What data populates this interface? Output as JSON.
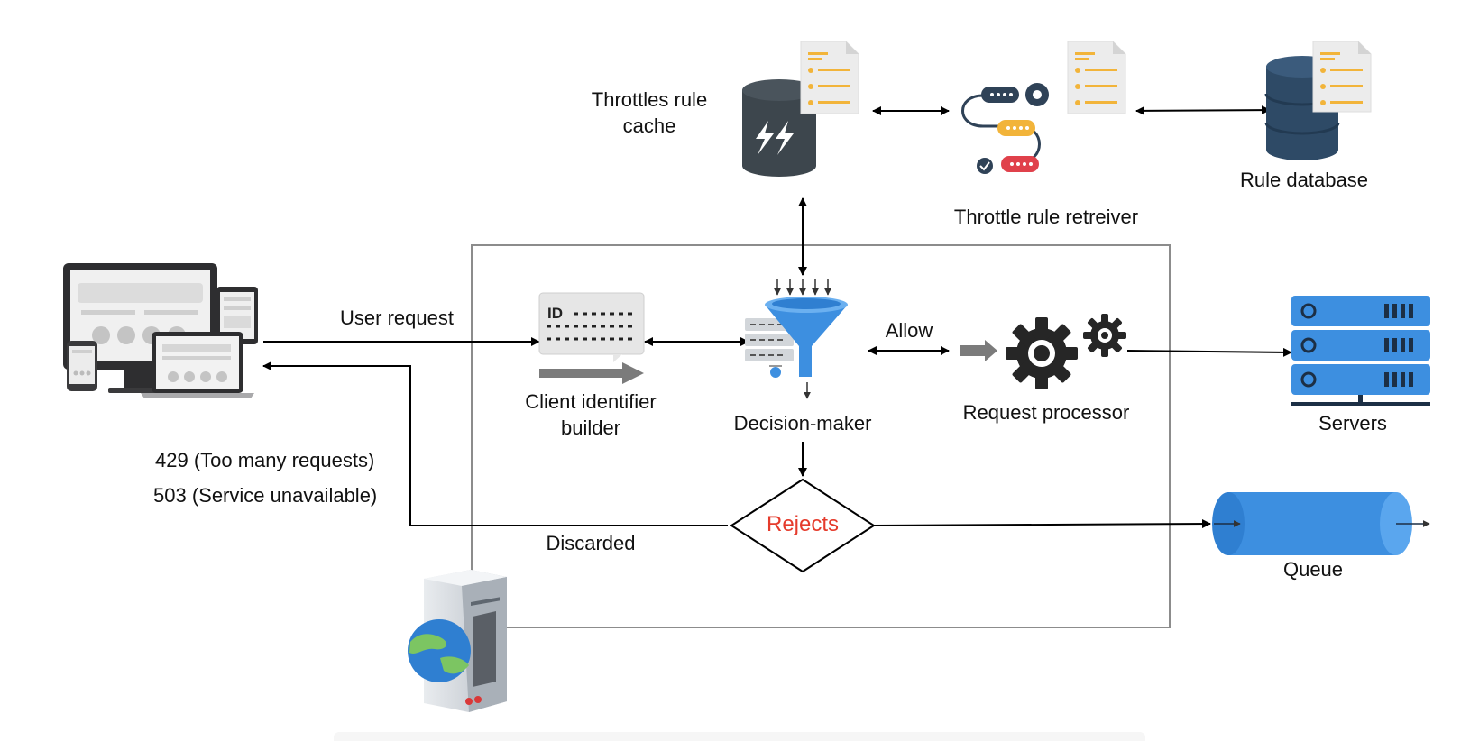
{
  "labels": {
    "cache": "Throttles rule\ncache",
    "retriever": "Throttle rule retreiver",
    "rule_db": "Rule database",
    "user_request": "User request",
    "client_id_builder": "Client identifier\nbuilder",
    "decision_maker": "Decision-maker",
    "allow": "Allow",
    "request_processor": "Request processor",
    "servers": "Servers",
    "rejects": "Rejects",
    "queue": "Queue",
    "discarded": "Discarded",
    "code_429": "429 (Too many requests)",
    "code_503": "503 (Service unavailable)",
    "id_tag": "ID"
  },
  "icons": {
    "client_devices": "devices-icon",
    "cache": "lightning-database-icon",
    "retriever": "rule-pipeline-icon",
    "rule_db": "database-icon",
    "client_id": "id-card-icon",
    "decision": "funnel-filter-icon",
    "processor": "gears-icon",
    "servers": "server-rack-icon",
    "queue": "queue-cylinder-icon",
    "web_server": "web-server-icon"
  },
  "colors": {
    "line": "#000000",
    "box_border": "#8c8c8c",
    "rejects_text": "#e53b2c",
    "blue": "#3d8fe0",
    "doc_orange": "#f2b43a"
  }
}
